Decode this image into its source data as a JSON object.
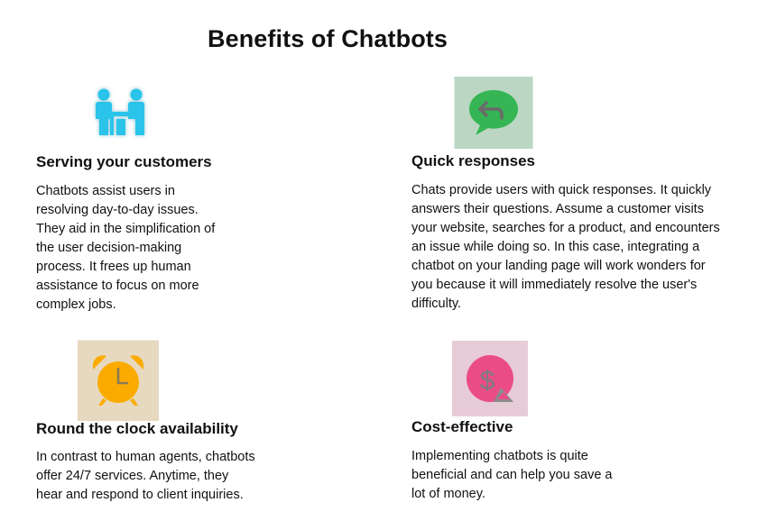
{
  "title": "Benefits of Chatbots",
  "colors": {
    "serving_icon": "#29c4ea",
    "quick_icon": "#35b553",
    "clock_icon": "#fbab04",
    "cost_icon": "#ea4e86"
  },
  "cards": [
    {
      "icon": "customer-service-icon",
      "heading": "Serving your customers",
      "text": "Chatbots assist users in resolving day-to-day issues. They aid in the simplification of the user decision-making process. It frees up human assistance to focus on more complex jobs."
    },
    {
      "icon": "reply-chat-icon",
      "heading": "Quick responses",
      "text": "Chats provide users with quick responses. It quickly answers their questions. Assume a customer visits your website, searches for a product, and encounters an issue while doing so. In this case, integrating a chatbot on your landing page will work wonders for you because it will immediately resolve the user's difficulty."
    },
    {
      "icon": "alarm-clock-icon",
      "heading": "Round the clock availability",
      "text": "In contrast to human agents, chatbots offer 24/7 services. Anytime, they hear and respond to client inquiries."
    },
    {
      "icon": "money-chat-icon",
      "heading": "Cost-effective",
      "text": "Implementing chatbots is quite beneficial and can help you save a lot of money."
    }
  ]
}
